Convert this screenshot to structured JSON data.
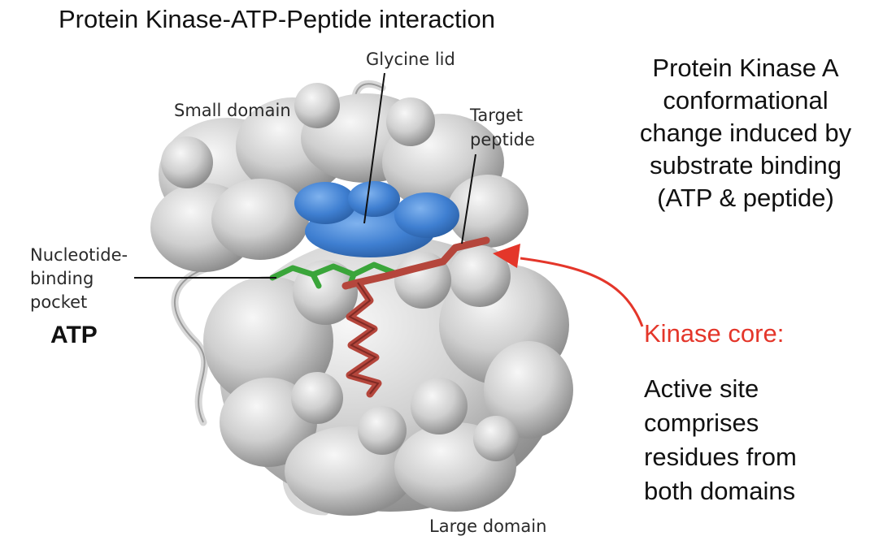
{
  "title": "Protein Kinase-ATP-Peptide interaction",
  "labels": {
    "small_domain": "Small domain",
    "glycine_lid": "Glycine lid",
    "target_peptide": [
      "Target",
      "peptide"
    ],
    "nucleotide_pocket": [
      "Nucleotide-",
      "binding",
      "pocket"
    ],
    "atp": "ATP",
    "large_domain": "Large domain"
  },
  "caption": {
    "lines": [
      "Protein Kinase A",
      "conformational",
      "change induced by",
      "substrate binding",
      "(ATP & peptide)"
    ]
  },
  "kinase_core": {
    "heading": "Kinase core:",
    "lines": [
      "Active site",
      "comprises",
      "residues from",
      "both domains"
    ]
  },
  "colors": {
    "protein_surface": "#c9c9c9",
    "glycine_lid_region": "#3f7fd1",
    "atp_molecule": "#3aa53a",
    "target_peptide": "#b5463c",
    "annotation_arrow": "#e4362a"
  }
}
